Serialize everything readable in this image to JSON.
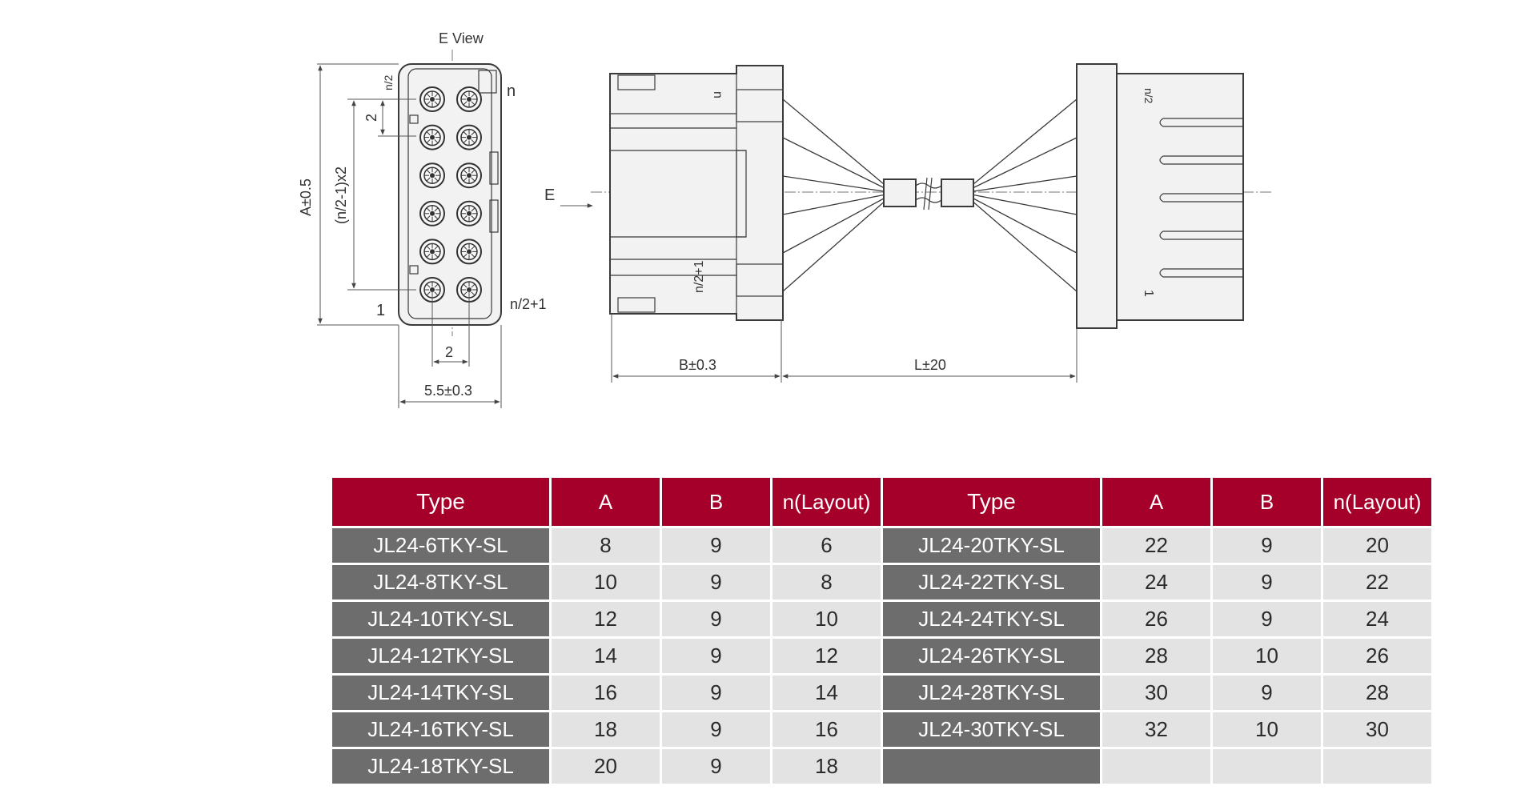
{
  "drawing": {
    "e_view_label": "E View",
    "e_arrow_label": "E",
    "dims": {
      "a": "A±0.5",
      "n_pitch": "(n/2-1)x2",
      "pitch_v": "2",
      "pitch_h": "2",
      "width": "5.5±0.3",
      "b": "B±0.3",
      "l": "L±20"
    },
    "pin_labels": {
      "n_half": "n/2",
      "n": "n",
      "one": "1",
      "n_half_plus_one": "n/2+1"
    }
  },
  "table": {
    "headers": [
      "Type",
      "A",
      "B",
      "n(Layout)",
      "Type",
      "A",
      "B",
      "n(Layout)"
    ],
    "rows": [
      {
        "type": "JL24-6TKY-SL",
        "a": "8",
        "b": "9",
        "n": "6",
        "type2": "JL24-20TKY-SL",
        "a2": "22",
        "b2": "9",
        "n2": "20"
      },
      {
        "type": "JL24-8TKY-SL",
        "a": "10",
        "b": "9",
        "n": "8",
        "type2": "JL24-22TKY-SL",
        "a2": "24",
        "b2": "9",
        "n2": "22"
      },
      {
        "type": "JL24-10TKY-SL",
        "a": "12",
        "b": "9",
        "n": "10",
        "type2": "JL24-24TKY-SL",
        "a2": "26",
        "b2": "9",
        "n2": "24"
      },
      {
        "type": "JL24-12TKY-SL",
        "a": "14",
        "b": "9",
        "n": "12",
        "type2": "JL24-26TKY-SL",
        "a2": "28",
        "b2": "10",
        "n2": "26"
      },
      {
        "type": "JL24-14TKY-SL",
        "a": "16",
        "b": "9",
        "n": "14",
        "type2": "JL24-28TKY-SL",
        "a2": "30",
        "b2": "9",
        "n2": "28"
      },
      {
        "type": "JL24-16TKY-SL",
        "a": "18",
        "b": "9",
        "n": "16",
        "type2": "JL24-30TKY-SL",
        "a2": "32",
        "b2": "10",
        "n2": "30"
      },
      {
        "type": "JL24-18TKY-SL",
        "a": "20",
        "b": "9",
        "n": "18",
        "type2": "",
        "a2": "",
        "b2": "",
        "n2": ""
      }
    ]
  },
  "colors": {
    "header_bg": "#a5002a",
    "type_cell_bg": "#6d6d6d",
    "value_cell_bg": "#e3e3e3"
  }
}
